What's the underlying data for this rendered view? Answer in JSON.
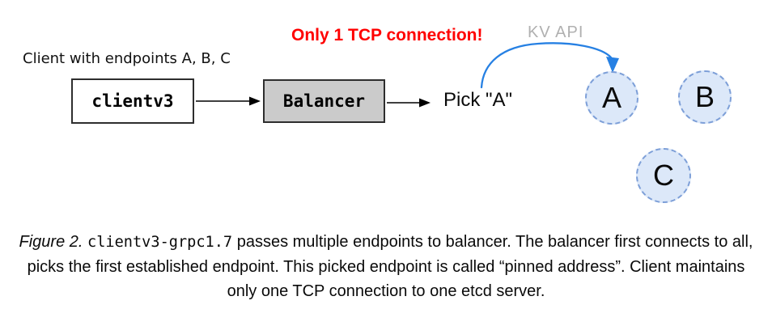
{
  "diagram": {
    "client_label": "Client with endpoints A, B, C",
    "clientv3_box_label": "clientv3",
    "balancer_box_label": "Balancer",
    "pick_label": "Pick \"A\"",
    "tcp_note": "Only 1 TCP connection!",
    "kv_api_label": "KV API",
    "endpoints": [
      {
        "label": "A"
      },
      {
        "label": "B"
      },
      {
        "label": "C"
      }
    ],
    "colors": {
      "tcp_note_red": "#ff0000",
      "kv_api_gray": "#b0b0b0",
      "kv_api_arrow_blue": "#2680e3",
      "endpoint_fill": "#dce8f9",
      "endpoint_border": "#7d9fd8",
      "balancer_fill": "#cbcbcb",
      "box_border": "#2e2e2e"
    }
  },
  "caption": {
    "figure_label": "Figure 2.",
    "code_text": "clientv3-grpc1.7",
    "text": "passes multiple endpoints to balancer. The balancer first connects to all, picks the first established endpoint. This picked endpoint is called “pinned address”. Client maintains only one TCP connection to one etcd server."
  }
}
